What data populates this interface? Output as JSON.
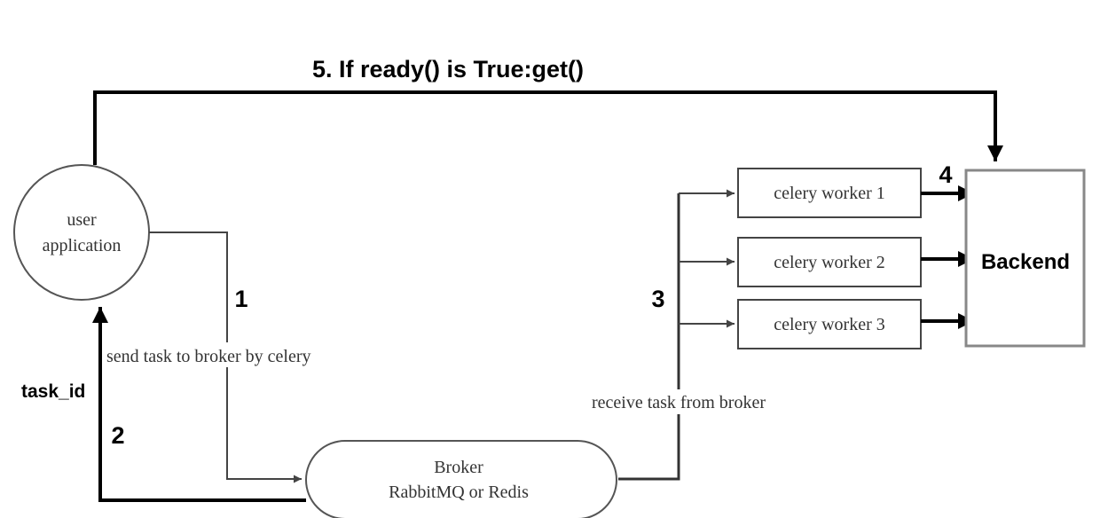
{
  "nodes": {
    "user_app": {
      "line1": "user",
      "line2": "application"
    },
    "broker": {
      "line1": "Broker",
      "line2": "RabbitMQ or Redis"
    },
    "workers": [
      "celery worker 1",
      "celery worker 2",
      "celery worker 3"
    ],
    "backend": "Backend"
  },
  "steps": {
    "step1": "1",
    "step1_label": "send task to broker by celery",
    "step2": "2",
    "step2_label": "task_id",
    "step3": "3",
    "step3_label": "receive task from broker",
    "step4": "4",
    "step5_label": "5. If ready() is True:get()"
  },
  "colors": {
    "line": "#444444",
    "bold_line": "#000000",
    "backend_border": "#888888"
  }
}
